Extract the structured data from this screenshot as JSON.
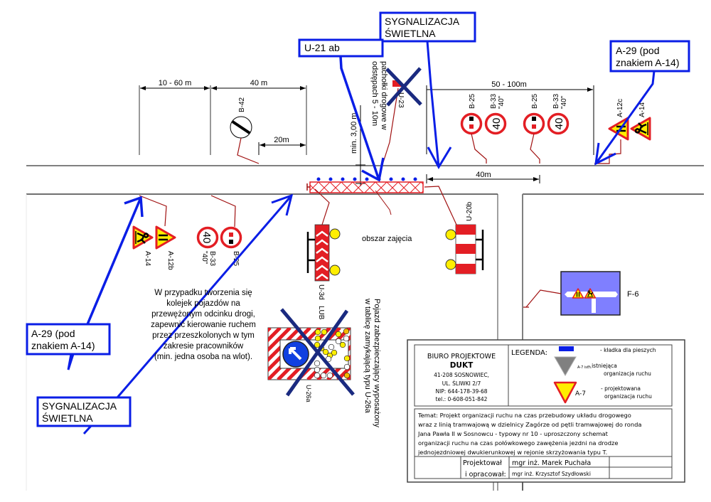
{
  "callouts": {
    "signal_top": [
      "SYGNALIZACJA",
      "ŚWIETLNA"
    ],
    "u21": "U-21 ab",
    "a29_top": [
      "A-29 (pod",
      "znakiem A-14)"
    ],
    "a29_left": [
      "A-29 (pod",
      "znakiem A-14)"
    ],
    "signal_bottom": [
      "SYGNALIZACJA",
      "ŚWIETLNA"
    ]
  },
  "dimensions": {
    "d1": "10 - 60 m",
    "d2": "40 m",
    "d3": "20m",
    "d4": "50 - 100m",
    "d5": "40m",
    "min_width": "min. 3,00 m"
  },
  "signs": {
    "b42": "B-42",
    "u23": "U-23",
    "b25_1": "B-25",
    "b33_1": "B-33",
    "b33_1_val": "\"40\"",
    "b25_2": "B-25",
    "b33_2": "B-33",
    "b33_2_val": "\"40\"",
    "a12c": "A-12c",
    "a14_top": "A-14",
    "a14_left": "A-14",
    "a12b": "A-12b",
    "b33_left": "B-33",
    "b33_left_val": "\"40\"",
    "b25_left": "B-25",
    "u3d": "U-3d",
    "lub": "LUB",
    "u20b": "U-20b",
    "u26a": "U-26a",
    "f6": "F-6",
    "speed": "40"
  },
  "labels": {
    "cones": [
      "pachołki drogowe w",
      "odstępach 5 - 10m"
    ],
    "work_area": "obszar zajęcia",
    "vehicle": [
      "Pojazd zabezpieczający wyposażony",
      "w tablicę zamykającą typu U-26a"
    ]
  },
  "note": {
    "lines": [
      "W przypadku tworzenia się",
      "kolejek pojazdów na",
      "przewężonym odcinku drogi,",
      "zapewnić kierowanie ruchem",
      "przez przeszkolonych w tym",
      "zakresie pracowników",
      "(min. jedna osoba na wlot)."
    ]
  },
  "title_block": {
    "company": {
      "line1": "BIURO PROJEKTOWE",
      "name": "DUKT",
      "address1": "41-208 SOSNOWIEC,",
      "address2": "UL. ŚLIWKI 2/7",
      "nip": "NIP: 644-178-39-68",
      "tel": "tel.: 0-608-051-842"
    },
    "legend": {
      "title": "LEGENDA:",
      "items": [
        {
          "symbol": "blue-bar",
          "label": [
            "- kładka dla pieszych"
          ]
        },
        {
          "symbol": "grey-triangle",
          "tag": "A-7 istn.",
          "label": [
            "- istniejąca",
            "organizacja ruchu"
          ]
        },
        {
          "symbol": "yellow-triangle",
          "tag": "A-7",
          "label": [
            "- projektowana",
            "organizacja ruchu"
          ]
        }
      ]
    },
    "subject": [
      "Temat: Projekt organizacji ruchu na czas przebudowy układu drogowego",
      "wraz z linią tramwajową w dzielnicy Zagórze od pętli tramwajowej do ronda",
      "Jana Pawła II w Sosnowcu - typowy nr 10 - uproszczony schemat",
      "organizacji ruchu na czas połówkowego zawężenia jezdni na drodze",
      "jednojezdniowej dwukierunkowej w rejonie skrzyżowania typu T."
    ],
    "designed_label": "Projektował",
    "designer": "mgr inż. Marek Puchała",
    "prepared_label": "i opracował:",
    "preparer": "mgr inż. Krzysztof Szydłowski"
  },
  "colors": {
    "callout_blue": "#0a1ee6",
    "cross_navy": "#1a2a80",
    "sign_red": "#e31e24",
    "sign_yellow": "#ffee00",
    "leader_red": "#a01010",
    "f6_blue": "#7f7fff"
  }
}
